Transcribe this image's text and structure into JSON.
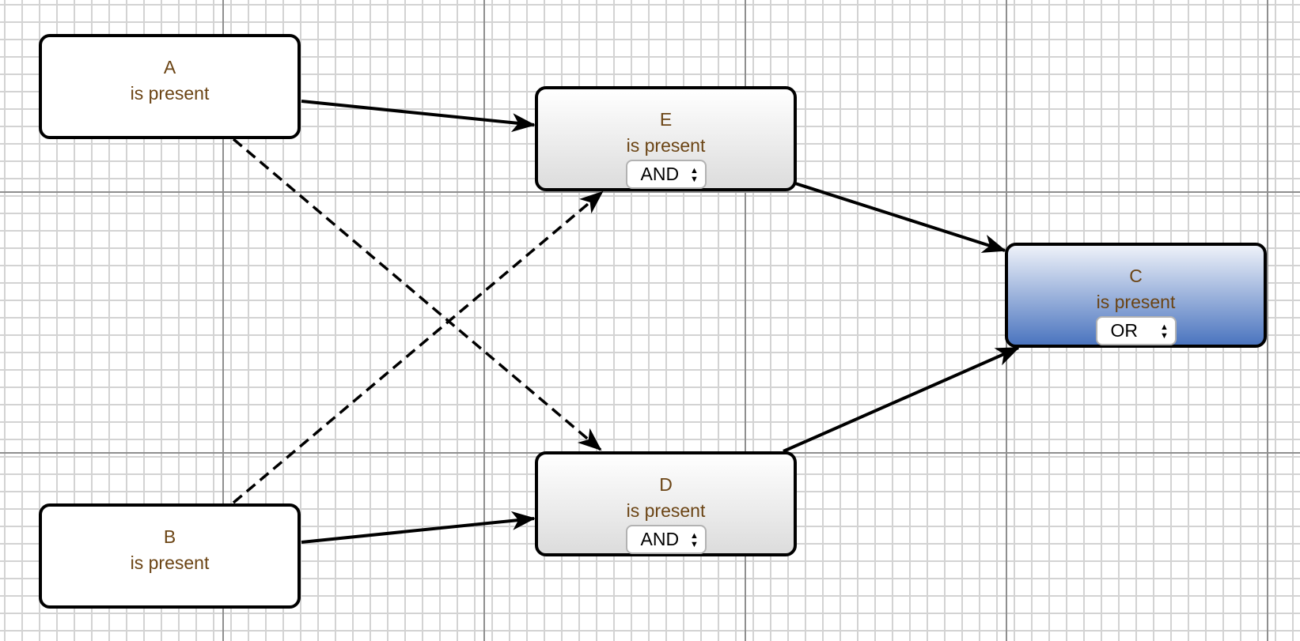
{
  "diagram": {
    "nodes": [
      {
        "id": "A",
        "label": "A",
        "state": "is present",
        "gate": null
      },
      {
        "id": "B",
        "label": "B",
        "state": "is present",
        "gate": null
      },
      {
        "id": "E",
        "label": "E",
        "state": "is present",
        "gate": "AND"
      },
      {
        "id": "D",
        "label": "D",
        "state": "is present",
        "gate": "AND"
      },
      {
        "id": "C",
        "label": "C",
        "state": "is present",
        "gate": "OR"
      }
    ],
    "edges": [
      {
        "from": "A",
        "to": "E",
        "style": "solid"
      },
      {
        "from": "A",
        "to": "D",
        "style": "dashed"
      },
      {
        "from": "B",
        "to": "E",
        "style": "dashed"
      },
      {
        "from": "B",
        "to": "D",
        "style": "solid"
      },
      {
        "from": "E",
        "to": "C",
        "style": "solid"
      },
      {
        "from": "D",
        "to": "C",
        "style": "solid"
      }
    ],
    "colors": {
      "label_text": "#6b4414",
      "node_border": "#000000",
      "node_plain_fill": "#ffffff",
      "node_gate_gradient_top": "#ffffff",
      "node_gate_gradient_bottom": "#dcdcdc",
      "node_selected_gradient_top": "#eef2f9",
      "node_selected_gradient_bottom": "#4b75bf",
      "edge": "#000000",
      "grid_minor": "#d3d3d3",
      "grid_major": "#8f8f8f"
    },
    "icons": {
      "gate_dropdown": "up-down-arrows-icon"
    }
  }
}
